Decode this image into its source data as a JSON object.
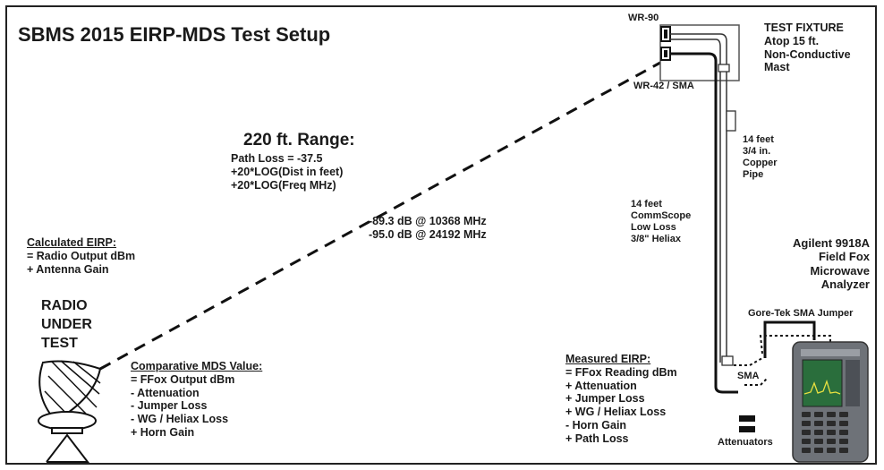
{
  "title": "SBMS 2015 EIRP-MDS Test Setup",
  "range": {
    "heading": "220 ft. Range:",
    "lines": [
      "Path Loss = -37.5",
      "+20*LOG(Dist in feet)",
      "+20*LOG(Freq MHz)"
    ]
  },
  "path_loss_values": [
    "-89.3 dB @ 10368 MHz",
    "-95.0 dB @ 24192 MHz"
  ],
  "calculated_eirp": {
    "heading": "Calculated EIRP:",
    "lines": [
      "=  Radio Output dBm",
      "+  Antenna Gain"
    ]
  },
  "radio_under_test": [
    "RADIO",
    "UNDER",
    "TEST"
  ],
  "comparative_mds": {
    "heading": "Comparative MDS Value:",
    "lines": [
      "=  FFox Output dBm",
      "-  Attenuation",
      "-  Jumper Loss",
      "-  WG / Heliax Loss",
      "+  Horn Gain"
    ]
  },
  "wr90": "WR-90",
  "wr42": "WR-42 / SMA",
  "test_fixture": [
    "TEST FIXTURE",
    "Atop 15 ft.",
    "Non-Conductive",
    "Mast"
  ],
  "copper_pipe": [
    "14 feet",
    "3/4 in.",
    "Copper",
    "Pipe"
  ],
  "heliax": [
    "14 feet",
    "CommScope",
    "Low Loss",
    "3/8\" Heliax"
  ],
  "analyzer": [
    "Agilent 9918A",
    "Field Fox",
    "Microwave",
    "Analyzer"
  ],
  "jumper": "Gore-Tek SMA Jumper",
  "sma": "SMA",
  "measured_eirp": {
    "heading": "Measured EIRP:",
    "lines": [
      "=  FFox Reading dBm",
      "+  Attenuation",
      "+  Jumper Loss",
      "+  WG / Heliax Loss",
      "-  Horn Gain",
      "+  Path Loss"
    ]
  },
  "attenuators": "Attenuators"
}
